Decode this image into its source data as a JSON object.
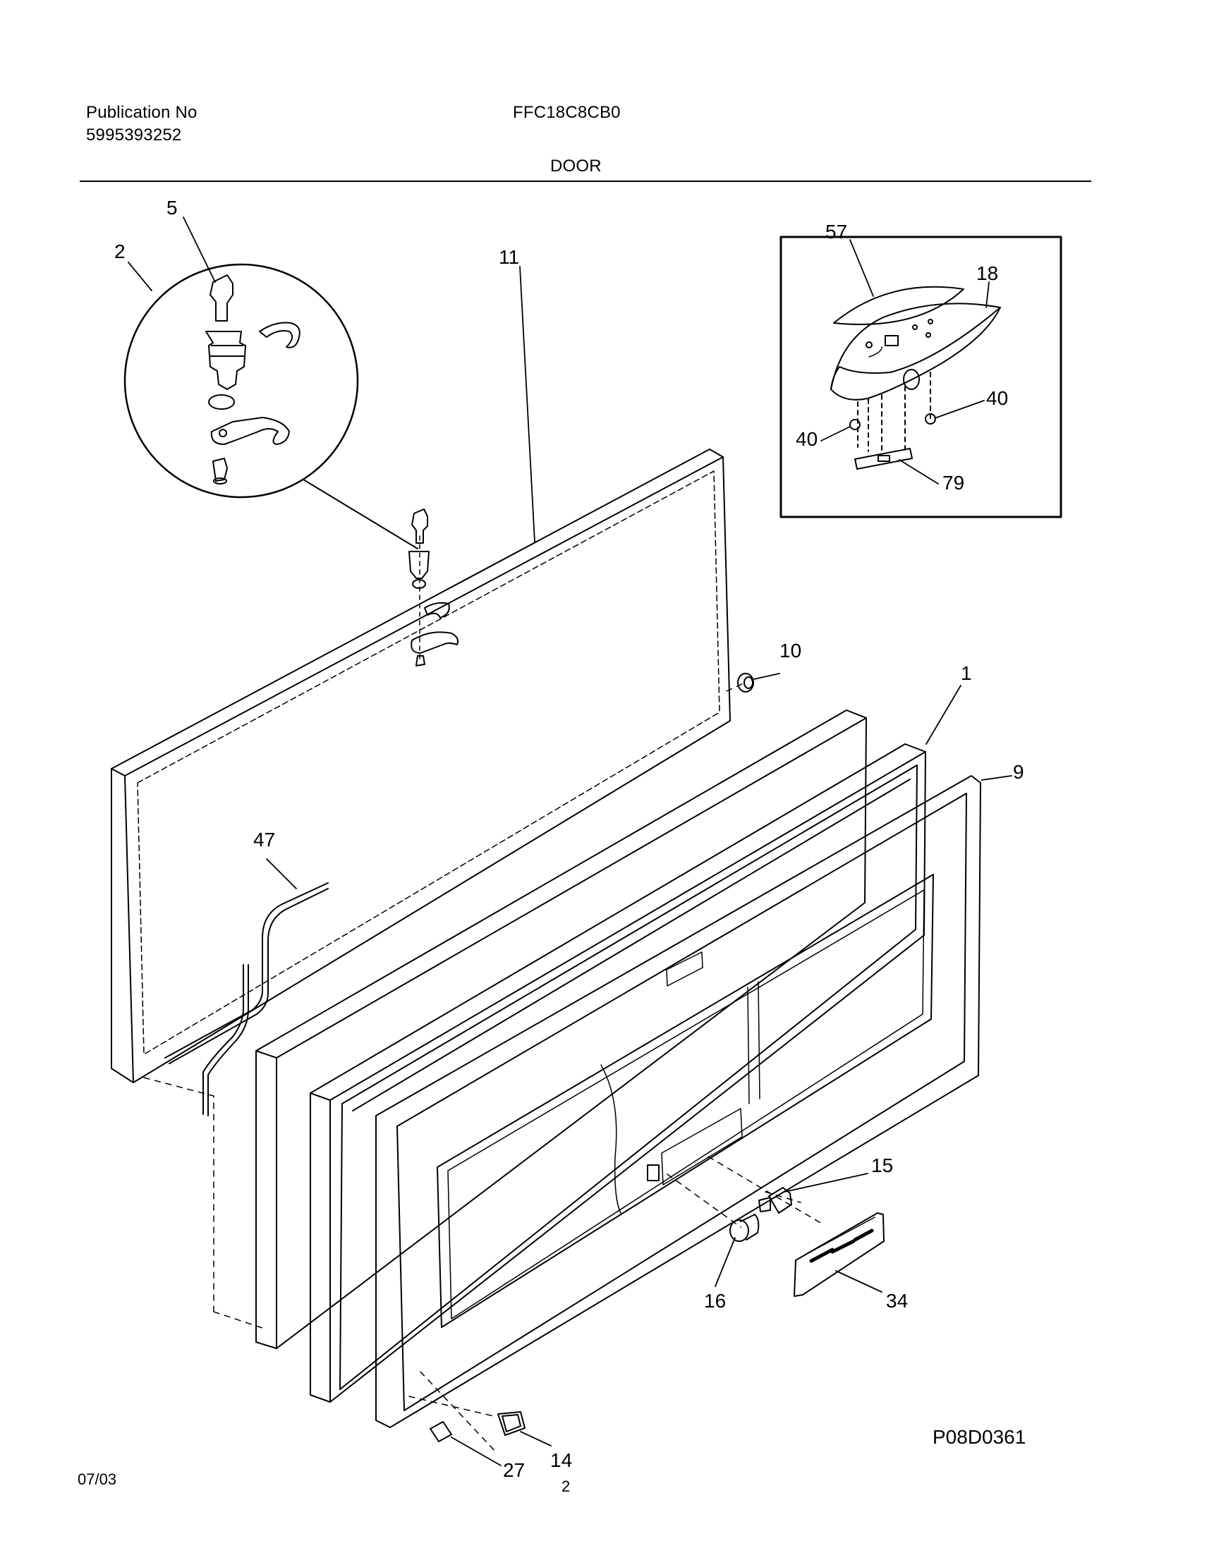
{
  "header": {
    "publication_label": "Publication No",
    "publication_number": "5995393252",
    "model": "FFC18C8CB0",
    "section": "DOOR"
  },
  "footer": {
    "date": "07/03",
    "page": "2",
    "figure_code": "P08D0361"
  },
  "callouts": {
    "c5": "5",
    "c2": "2",
    "c11": "11",
    "c57": "57",
    "c18": "18",
    "c40a": "40",
    "c40b": "40",
    "c79": "79",
    "c10": "10",
    "c1": "1",
    "c9": "9",
    "c47": "47",
    "c15": "15",
    "c16": "16",
    "c34": "34",
    "c14": "14",
    "c27": "27"
  }
}
